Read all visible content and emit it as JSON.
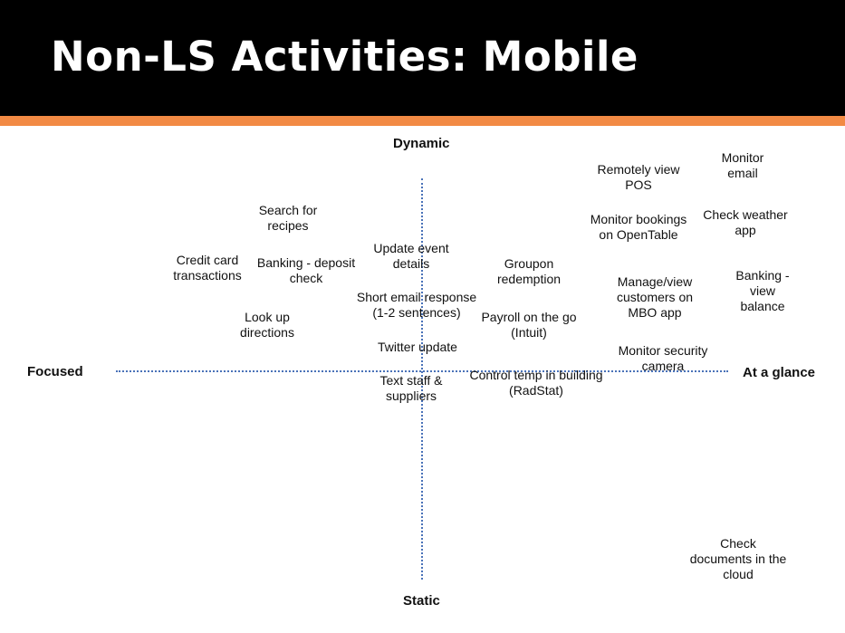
{
  "title": "Non-LS Activities: Mobile",
  "colors": {
    "header": "#000000",
    "accent": "#f28a44",
    "axis": "#4a72b8"
  },
  "axes": {
    "top": "Dynamic",
    "bottom": "Static",
    "left": "Focused",
    "right": "At a glance"
  },
  "activities": [
    "Search for\nrecipes",
    "Credit card\ntransactions",
    "Banking - deposit\ncheck",
    "Update event\ndetails",
    "Short email response\n(1-2 sentences)",
    "Look up\ndirections",
    "Twitter update",
    "Text staff &\nsuppliers",
    "Groupon\nredemption",
    "Payroll on the go\n(Intuit)",
    "Control temp in building\n(RadStat)",
    "Remotely view\nPOS",
    "Monitor\nemail",
    "Monitor bookings\non OpenTable",
    "Check weather\napp",
    "Manage/view\ncustomers on\nMBO app",
    "Banking - view\nbalance",
    "Monitor security\ncamera",
    "Check\ndocuments in the\ncloud"
  ]
}
